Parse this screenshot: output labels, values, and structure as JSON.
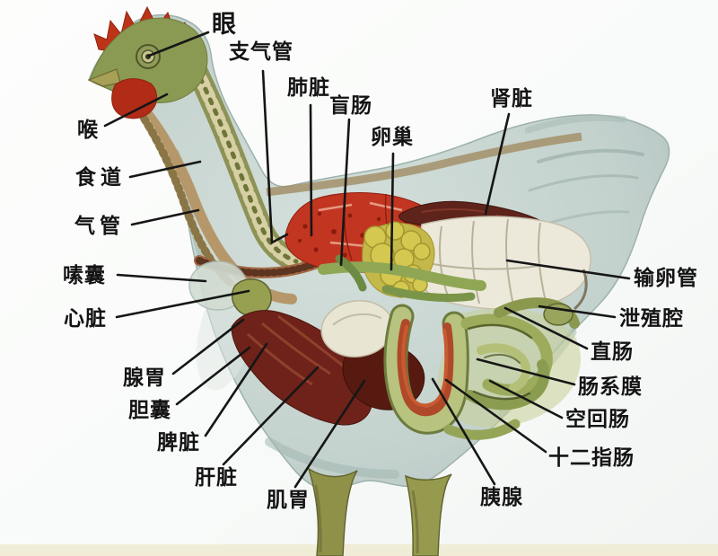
{
  "labels": [
    {
      "organ": "eye",
      "text": "眼"
    },
    {
      "organ": "bronchus",
      "text": "支气管"
    },
    {
      "organ": "lung",
      "text": "肺脏"
    },
    {
      "organ": "cecum",
      "text": "盲肠"
    },
    {
      "organ": "ovary",
      "text": "卵巢"
    },
    {
      "organ": "kidney",
      "text": "肾脏"
    },
    {
      "organ": "larynx",
      "text": "喉"
    },
    {
      "organ": "esophagus",
      "text": "食道"
    },
    {
      "organ": "trachea",
      "text": "气管"
    },
    {
      "organ": "crop",
      "text": "嗉囊"
    },
    {
      "organ": "heart",
      "text": "心脏"
    },
    {
      "organ": "proventriculus",
      "text": "腺胃"
    },
    {
      "organ": "gallbladder",
      "text": "胆囊"
    },
    {
      "organ": "spleen",
      "text": "脾脏"
    },
    {
      "organ": "liver",
      "text": "肝脏"
    },
    {
      "organ": "gizzard",
      "text": "肌胃"
    },
    {
      "organ": "pancreas",
      "text": "胰腺"
    },
    {
      "organ": "duodenum",
      "text": "十二指肠"
    },
    {
      "organ": "jejunum-ileum",
      "text": "空回肠"
    },
    {
      "organ": "mesentery",
      "text": "肠系膜"
    },
    {
      "organ": "rectum",
      "text": "直肠"
    },
    {
      "organ": "cloaca",
      "text": "泄殖腔"
    },
    {
      "organ": "oviduct",
      "text": "输卵管"
    }
  ],
  "colors": {
    "background": "#fbfcfb",
    "body": "#c4d2ce",
    "head": "#8a9a52",
    "comb": "#bc3318",
    "wattle": "#b12b17",
    "lung": "#c23621",
    "kidney": "#5e241b",
    "ovary": "#d4c851",
    "oviduct": "#ece9db",
    "liver": "#6e2219",
    "gizzard": "#571a10",
    "intestine": "#9cab5c",
    "legs": "#8f9149",
    "label_text": "#141414",
    "leader_line": "#161616"
  }
}
